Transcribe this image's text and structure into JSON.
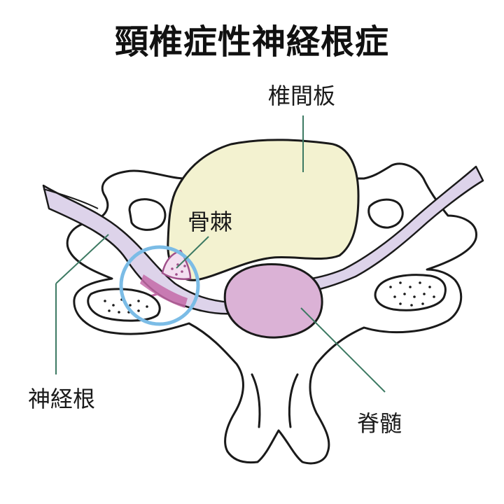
{
  "title": "頸椎症性神経根症",
  "labels": {
    "disc": "椎間板",
    "bone_spur": "骨棘",
    "nerve_root": "神経根",
    "spinal_cord": "脊髄"
  },
  "colors": {
    "outline": "#1a1a1a",
    "disc_fill": "#f3f2d0",
    "nerve_fill": "#ddd3ea",
    "cord_fill": "#dbb2d6",
    "compression": "#c46aa8",
    "spur_fill": "#f3dff0",
    "highlight_circle": "#7bbce6",
    "leader_line": "#3d7a63",
    "background": "#ffffff"
  }
}
